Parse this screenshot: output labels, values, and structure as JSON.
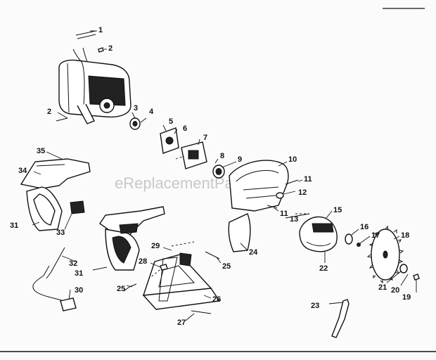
{
  "watermark": "eReplacementParts.com",
  "labels": [
    {
      "text": "1"
    },
    {
      "text": "2"
    },
    {
      "text": "2"
    },
    {
      "text": "3"
    },
    {
      "text": "4"
    },
    {
      "text": "5"
    },
    {
      "text": "6"
    },
    {
      "text": "7"
    },
    {
      "text": "8"
    },
    {
      "text": "9"
    },
    {
      "text": "10"
    },
    {
      "text": "11"
    },
    {
      "text": "12"
    },
    {
      "text": "11"
    },
    {
      "text": "13"
    },
    {
      "text": "15"
    },
    {
      "text": "16"
    },
    {
      "text": "17"
    },
    {
      "text": "18"
    },
    {
      "text": "21"
    },
    {
      "text": "20"
    },
    {
      "text": "19"
    },
    {
      "text": "22"
    },
    {
      "text": "23"
    },
    {
      "text": "24"
    },
    {
      "text": "25"
    },
    {
      "text": "25"
    },
    {
      "text": "26"
    },
    {
      "text": "27"
    },
    {
      "text": "28"
    },
    {
      "text": "29"
    },
    {
      "text": "30"
    },
    {
      "text": "31"
    },
    {
      "text": "31"
    },
    {
      "text": "32"
    },
    {
      "text": "33"
    },
    {
      "text": "34"
    },
    {
      "text": "35"
    }
  ]
}
